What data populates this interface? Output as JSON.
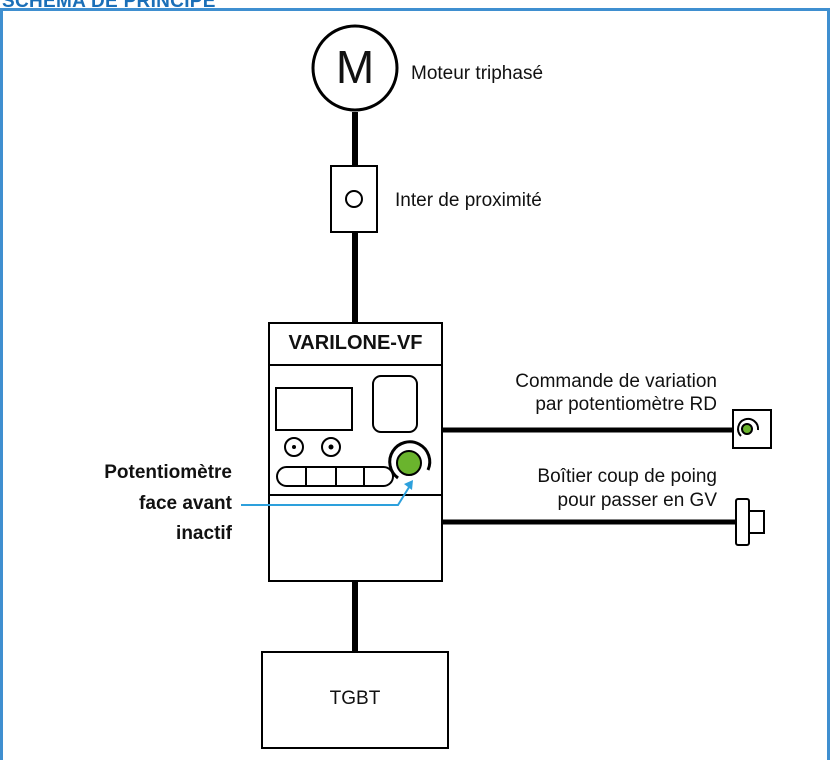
{
  "header": {
    "title": "SCHÉMA DE PRINCIPE"
  },
  "colors": {
    "frame_bg": "#e4ecf7",
    "frame_border": "#3f8fd0",
    "title": "#1a6fb8",
    "knob": "#6ab42d",
    "leader": "#2da0dc"
  },
  "motor": {
    "symbol": "M",
    "label": "Moteur triphasé"
  },
  "proximity": {
    "label": "Inter de proximité"
  },
  "drive": {
    "name": "VARILONE-VF"
  },
  "remote_pot": {
    "line1": "Commande de variation",
    "line2": "par potentiomètre RD"
  },
  "emergency": {
    "line1": "Boîtier coup de poing",
    "line2": "pour passer en GV"
  },
  "front_pot_note": {
    "line1": "Potentiomètre",
    "line2": "face avant",
    "line3": "inactif"
  },
  "panel": {
    "label": "TGBT"
  }
}
